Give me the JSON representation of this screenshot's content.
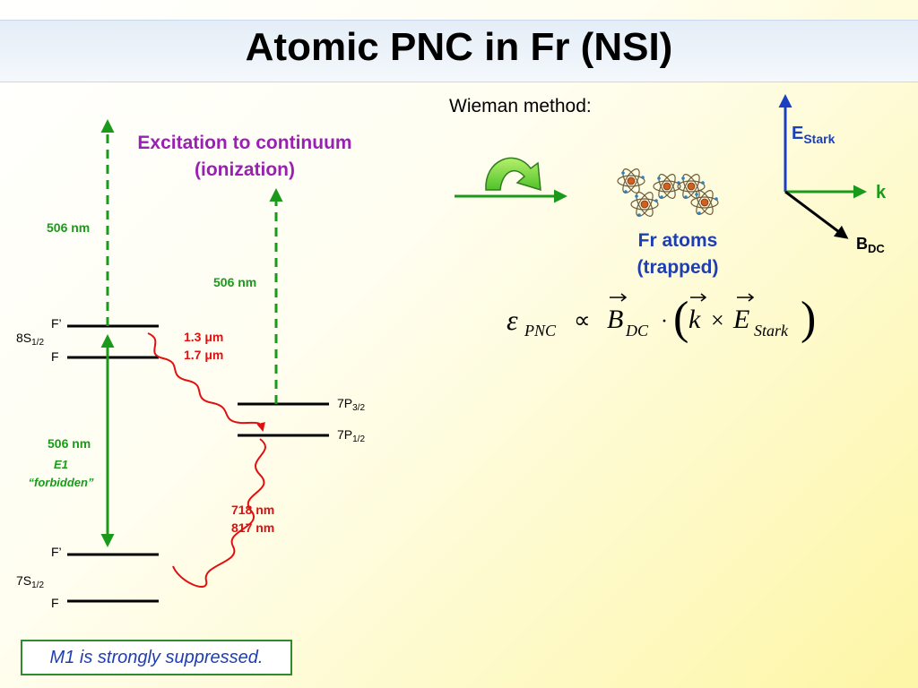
{
  "title": "Atomic PNC in Fr (NSI)",
  "method_label": "Wieman method:",
  "excitation": {
    "line1": "Excitation to continuum",
    "line2": "(ionization)"
  },
  "wavelengths": {
    "ion_left": "506 nm",
    "ion_right": "506 nm",
    "ir1": "1.3 μm",
    "ir2": "1.7 μm",
    "e1": "506 nm",
    "e1_type": "E1",
    "e1_forbidden": "“forbidden”",
    "d1": "718 nm",
    "d2": "817 nm"
  },
  "levels": {
    "s8_main": "8S",
    "s8_sub": "1/2",
    "s8_fp": "F’",
    "s8_f": "F",
    "p32_main": "7P",
    "p32_sub": "3/2",
    "p12_main": "7P",
    "p12_sub": "1/2",
    "s7_main": "7S",
    "s7_sub": "1/2",
    "s7_fp": "F’",
    "s7_f": "F"
  },
  "atoms": {
    "line1": "Fr atoms",
    "line2": "(trapped)"
  },
  "axes": {
    "e_main": "E",
    "e_sub": "Stark",
    "k": "k",
    "b_main": "B",
    "b_sub": "DC"
  },
  "formula": {
    "epsilon": "ε",
    "pnc": "PNC",
    "prop": "∝",
    "b": "B",
    "dc": "DC",
    "dot": "·",
    "lparen": "(",
    "k": "k",
    "times": "×",
    "e": "E",
    "stark": "Stark",
    "rparen": ")"
  },
  "note": "M1 is strongly suppressed.",
  "colors": {
    "green": "#1a9a1a",
    "red": "#e01010",
    "purple": "#9a1fb4",
    "blue": "#1f3fb0",
    "level": "#000000"
  }
}
